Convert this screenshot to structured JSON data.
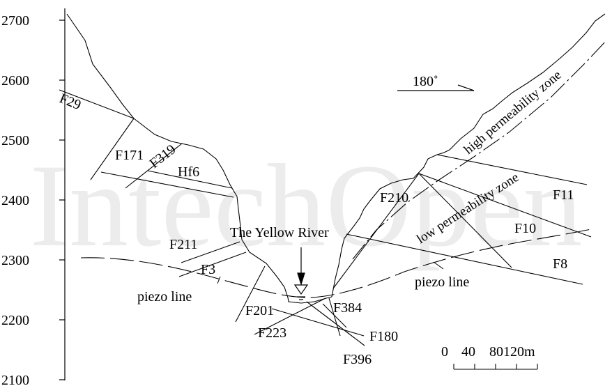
{
  "axis": {
    "ticks": [
      "2700",
      "2600",
      "2500",
      "2400",
      "2300",
      "2200",
      "2100"
    ]
  },
  "labels": {
    "direction": "180˚",
    "high_zone": "high permeability zone",
    "low_zone": "low permeability zone",
    "river": "The Yellow River",
    "piezo_left": "piezo line",
    "piezo_right": "piezo line"
  },
  "faults": {
    "F29": "F29",
    "F171": "F171",
    "F319": "F319",
    "Hf6": "Hf6",
    "F211": "F211",
    "F3": "F3",
    "F201": "F201",
    "F223": "F223",
    "F384": "F384",
    "F180": "F180",
    "F396": "F396",
    "F210": "F210",
    "F11": "F11",
    "F10": "F10",
    "F8": "F8"
  },
  "scale": {
    "labels": [
      "0",
      "40",
      "80",
      "120m"
    ]
  },
  "watermark": "IntechOpen"
}
